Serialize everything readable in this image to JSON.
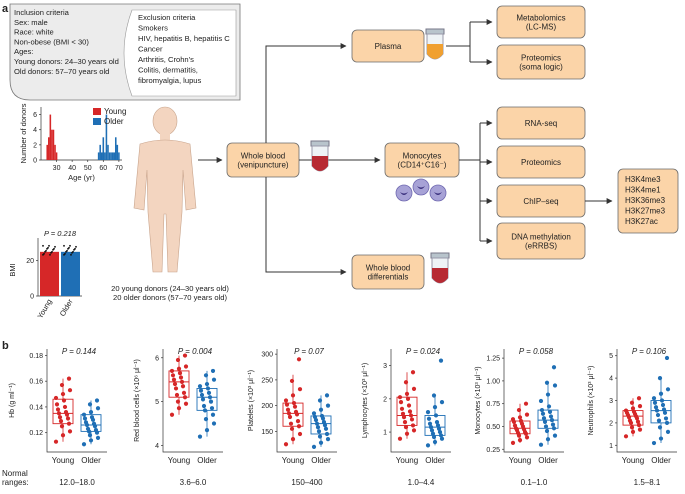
{
  "panel_a_label": "a",
  "panel_b_label": "b",
  "inclusion": {
    "lines": [
      "Inclusion criteria",
      "Sex: male",
      "Race: white",
      "Non-obese (BMI < 30)",
      "Ages:",
      "Young donors: 24–30 years old",
      "Old donors: 57–70 years old"
    ]
  },
  "exclusion": {
    "lines": [
      "Exclusion criteria",
      "Smokers",
      "HIV, hepatitis B, hepatitis C",
      "Cancer",
      "Arthritis, Crohn's",
      "Colitis, dermatitis,",
      "fibromyalgia, lupus"
    ]
  },
  "flow": {
    "whole_blood": [
      "Whole blood",
      "(venipuncture)"
    ],
    "plasma": "Plasma",
    "monocytes": [
      "Monocytes",
      "(CD14⁺C16⁻)"
    ],
    "differentials": [
      "Whole blood",
      "differentials"
    ],
    "metabolomics": [
      "Metabolomics",
      "(LC-MS)"
    ],
    "proteomics_plasma": [
      "Proteomics",
      "(soma logic)"
    ],
    "rnaseq": "RNA-seq",
    "proteomics": "Proteomics",
    "chipseq": "ChIP–seq",
    "dnameth": [
      "DNA methylation",
      "(eRRBS)"
    ],
    "marks": [
      "H3K4me3",
      "H3K4me1",
      "H3K36me3",
      "H3K27me3",
      "H3K27ac"
    ]
  },
  "donors_text": [
    "20 young donors (24–30 years old)",
    "20 older donors (57–70 years old)"
  ],
  "colors": {
    "young": "#d62728",
    "older": "#1f6fb5",
    "box_fill": "#fbd4a8"
  },
  "chart_data": [
    {
      "type": "bar",
      "title": "",
      "xlabel": "Age (yr)",
      "ylabel": "Number of donors",
      "xlim": [
        20,
        72
      ],
      "ylim": [
        0,
        7
      ],
      "xticks": [
        30,
        40,
        50,
        60,
        70
      ],
      "yticks": [
        0,
        2,
        4,
        6
      ],
      "legend": {
        "position": "top-right",
        "entries": [
          "Young",
          "Older"
        ]
      },
      "series": [
        {
          "name": "Young",
          "x": [
            24,
            25,
            26,
            27,
            28,
            29,
            30
          ],
          "values": [
            2,
            3,
            6,
            4,
            4,
            2,
            1
          ]
        },
        {
          "name": "Older",
          "x": [
            57,
            58,
            59,
            60,
            61,
            62,
            63,
            64,
            65,
            66,
            67,
            68,
            69,
            70
          ],
          "values": [
            1,
            2,
            1,
            3,
            1,
            6,
            2,
            1,
            1,
            1,
            1,
            3,
            2,
            1
          ]
        }
      ]
    },
    {
      "type": "bar",
      "ylabel": "BMI",
      "ylim": [
        0,
        30
      ],
      "yticks": [
        0,
        20
      ],
      "categories": [
        "Young",
        "Older"
      ],
      "values": [
        25,
        25
      ],
      "pvalue": "P = 0.218"
    },
    {
      "type": "box",
      "ylabel": "Hb (g ml⁻¹)",
      "ylim": [
        0.105,
        0.185
      ],
      "yticks": [
        0.12,
        0.14,
        0.16,
        0.18
      ],
      "ytick_labels": [
        "0.12",
        "0.14",
        "0.16",
        "0.18"
      ],
      "categories": [
        "Young",
        "Older"
      ],
      "pvalue": "P = 0.144",
      "normal_range": "12.0–18.0",
      "boxes": [
        {
          "q1": 0.127,
          "median": 0.135,
          "q3": 0.146,
          "wlo": 0.113,
          "whi": 0.162,
          "points": [
            0.113,
            0.118,
            0.121,
            0.125,
            0.127,
            0.129,
            0.131,
            0.132,
            0.134,
            0.135,
            0.136,
            0.138,
            0.14,
            0.142,
            0.145,
            0.147,
            0.15,
            0.153,
            0.157,
            0.162
          ]
        },
        {
          "q1": 0.121,
          "median": 0.126,
          "q3": 0.134,
          "wlo": 0.111,
          "whi": 0.145,
          "points": [
            0.111,
            0.114,
            0.116,
            0.118,
            0.12,
            0.121,
            0.122,
            0.123,
            0.125,
            0.126,
            0.127,
            0.128,
            0.13,
            0.131,
            0.132,
            0.134,
            0.136,
            0.139,
            0.142,
            0.145
          ]
        }
      ]
    },
    {
      "type": "box",
      "ylabel": "Red blood cells (×10⁶ μl⁻¹)",
      "ylim": [
        3.85,
        6.2
      ],
      "yticks": [
        4,
        5,
        6
      ],
      "ytick_labels": [
        "4",
        "5",
        "6"
      ],
      "categories": [
        "Young",
        "Older"
      ],
      "pvalue": "P = 0.004",
      "normal_range": "3.6–6.0",
      "boxes": [
        {
          "q1": 5.1,
          "median": 5.45,
          "q3": 5.7,
          "wlo": 4.7,
          "whi": 6.05,
          "points": [
            4.7,
            4.85,
            4.95,
            5.0,
            5.1,
            5.15,
            5.2,
            5.3,
            5.35,
            5.4,
            5.45,
            5.5,
            5.55,
            5.6,
            5.65,
            5.7,
            5.75,
            5.8,
            5.95,
            6.05
          ]
        },
        {
          "q1": 4.8,
          "median": 5.1,
          "q3": 5.3,
          "wlo": 4.2,
          "whi": 5.7,
          "points": [
            4.2,
            4.35,
            4.5,
            4.6,
            4.7,
            4.8,
            4.85,
            4.9,
            5.0,
            5.05,
            5.1,
            5.15,
            5.2,
            5.25,
            5.3,
            5.35,
            5.4,
            5.5,
            5.6,
            5.7
          ]
        }
      ]
    },
    {
      "type": "box",
      "ylabel": "Platelets (×10³ μl⁻¹)",
      "ylim": [
        110,
        310
      ],
      "yticks": [
        150,
        200,
        250,
        300
      ],
      "ytick_labels": [
        "150",
        "200",
        "250",
        "300"
      ],
      "categories": [
        "Young",
        "Older"
      ],
      "pvalue": "P = 0.07",
      "normal_range": "150–400",
      "boxes": [
        {
          "q1": 160,
          "median": 185,
          "q3": 205,
          "wlo": 125,
          "whi": 260,
          "points": [
            125,
            135,
            145,
            155,
            160,
            165,
            170,
            178,
            183,
            185,
            188,
            192,
            198,
            202,
            205,
            210,
            220,
            232,
            248,
            290
          ]
        },
        {
          "q1": 145,
          "median": 165,
          "q3": 180,
          "wlo": 120,
          "whi": 220,
          "points": [
            120,
            128,
            135,
            140,
            145,
            150,
            155,
            158,
            162,
            165,
            168,
            172,
            175,
            178,
            180,
            185,
            192,
            200,
            210,
            220
          ]
        }
      ]
    },
    {
      "type": "box",
      "ylabel": "Lymphocytes (×10³ μl⁻¹)",
      "ylim": [
        0.4,
        3.5
      ],
      "yticks": [
        1,
        2,
        3
      ],
      "ytick_labels": [
        "1",
        "2",
        "3"
      ],
      "categories": [
        "Young",
        "Older"
      ],
      "pvalue": "P = 0.024",
      "normal_range": "1.0–4.4",
      "boxes": [
        {
          "q1": 1.2,
          "median": 1.5,
          "q3": 2.05,
          "wlo": 0.8,
          "whi": 2.8,
          "points": [
            0.8,
            0.95,
            1.05,
            1.15,
            1.2,
            1.3,
            1.38,
            1.45,
            1.5,
            1.55,
            1.62,
            1.7,
            1.8,
            1.9,
            2.0,
            2.05,
            2.15,
            2.3,
            2.5,
            2.8
          ]
        },
        {
          "q1": 0.9,
          "median": 1.15,
          "q3": 1.5,
          "wlo": 0.6,
          "whi": 2.1,
          "points": [
            0.6,
            0.7,
            0.8,
            0.85,
            0.9,
            0.95,
            1.0,
            1.05,
            1.1,
            1.15,
            1.2,
            1.25,
            1.3,
            1.4,
            1.5,
            1.6,
            1.75,
            1.9,
            2.1,
            3.15
          ]
        }
      ]
    },
    {
      "type": "box",
      "ylabel": "Monocytes (×10³ μl⁻¹)",
      "ylim": [
        0.22,
        1.35
      ],
      "yticks": [
        0.25,
        0.5,
        0.75,
        1.0,
        1.25
      ],
      "ytick_labels": [
        "0.25",
        "0.50",
        "0.75",
        "1.00",
        "1.25"
      ],
      "categories": [
        "Young",
        "Older"
      ],
      "pvalue": "P = 0.058",
      "normal_range": "0.1–1.0",
      "boxes": [
        {
          "q1": 0.42,
          "median": 0.48,
          "q3": 0.56,
          "wlo": 0.32,
          "whi": 0.75,
          "points": [
            0.32,
            0.35,
            0.38,
            0.4,
            0.42,
            0.43,
            0.44,
            0.46,
            0.47,
            0.48,
            0.5,
            0.51,
            0.53,
            0.55,
            0.56,
            0.58,
            0.6,
            0.63,
            0.68,
            0.75
          ]
        },
        {
          "q1": 0.48,
          "median": 0.57,
          "q3": 0.68,
          "wlo": 0.3,
          "whi": 0.98,
          "points": [
            0.3,
            0.36,
            0.4,
            0.45,
            0.48,
            0.5,
            0.52,
            0.55,
            0.57,
            0.59,
            0.61,
            0.64,
            0.66,
            0.68,
            0.72,
            0.78,
            0.85,
            0.95,
            0.98,
            1.15
          ]
        }
      ]
    },
    {
      "type": "box",
      "ylabel": "Neutrophils (×10³ μl⁻¹)",
      "ylim": [
        0.7,
        5.3
      ],
      "yticks": [
        1,
        2,
        3,
        4,
        5
      ],
      "ytick_labels": [
        "1",
        "2",
        "3",
        "4",
        "5"
      ],
      "categories": [
        "Young",
        "Older"
      ],
      "pvalue": "P = 0.106",
      "normal_range": "1.5–8.1",
      "boxes": [
        {
          "q1": 1.9,
          "median": 2.3,
          "q3": 2.55,
          "wlo": 1.4,
          "whi": 3.1,
          "points": [
            1.4,
            1.6,
            1.7,
            1.8,
            1.9,
            2.0,
            2.05,
            2.1,
            2.2,
            2.25,
            2.3,
            2.35,
            2.4,
            2.45,
            2.5,
            2.55,
            2.65,
            2.75,
            2.9,
            3.1
          ]
        },
        {
          "q1": 2.0,
          "median": 2.55,
          "q3": 3.0,
          "wlo": 1.1,
          "whi": 4.0,
          "points": [
            1.1,
            1.3,
            1.6,
            1.8,
            2.0,
            2.1,
            2.2,
            2.35,
            2.45,
            2.55,
            2.6,
            2.7,
            2.8,
            2.9,
            3.0,
            3.1,
            3.3,
            3.5,
            4.0,
            4.9
          ]
        }
      ]
    }
  ],
  "normal_ranges_label": [
    "Normal",
    "ranges:"
  ]
}
